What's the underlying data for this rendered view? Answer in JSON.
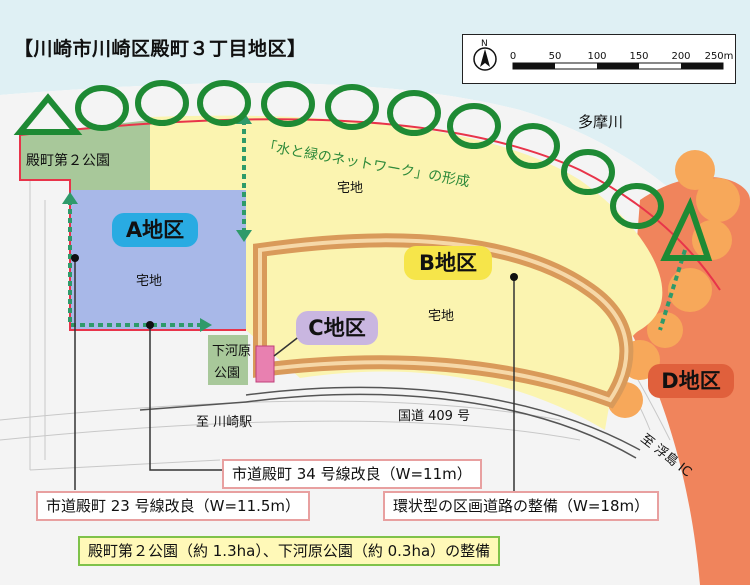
{
  "title": "【川崎市川崎区殿町３丁目地区】",
  "scale": {
    "north": "N",
    "ticks": [
      "0",
      "50",
      "100",
      "150",
      "200",
      "250m"
    ]
  },
  "labels": {
    "river": "多摩川",
    "network": "「水と緑のネットワーク」の形成",
    "park2": "殿町第２公園",
    "shimogawara": "下河原\n公園",
    "to_kawasaki": "至 川崎駅",
    "route409": "国道 409 号",
    "to_ukishima": "至 浮島 IC",
    "residential_a": "宅地",
    "residential_b": "宅地",
    "residential_top": "宅地"
  },
  "districts": {
    "a": "A地区",
    "b": "B地区",
    "c": "C地区",
    "d": "D地区"
  },
  "colors": {
    "a_fill": "#a8b8e8",
    "b_fill": "#fbf4b0",
    "c_fill": "#c9b6e0",
    "d_fill": "#f0845c",
    "park_fill": "#a8c89a",
    "water": "#dff0f4",
    "green_ring": "#1e8a34",
    "road": "#d99a5a",
    "boundary": "#e8344a"
  },
  "callouts": {
    "road34": "市道殿町 34 号線改良（W=11m）",
    "road23": "市道殿町 23 号線改良（W=11.5m）",
    "ring_road": "環状型の区画道路の整備（W=18m）",
    "parks": "殿町第２公園（約 1.3ha）、下河原公園（約 0.3ha）の整備"
  }
}
